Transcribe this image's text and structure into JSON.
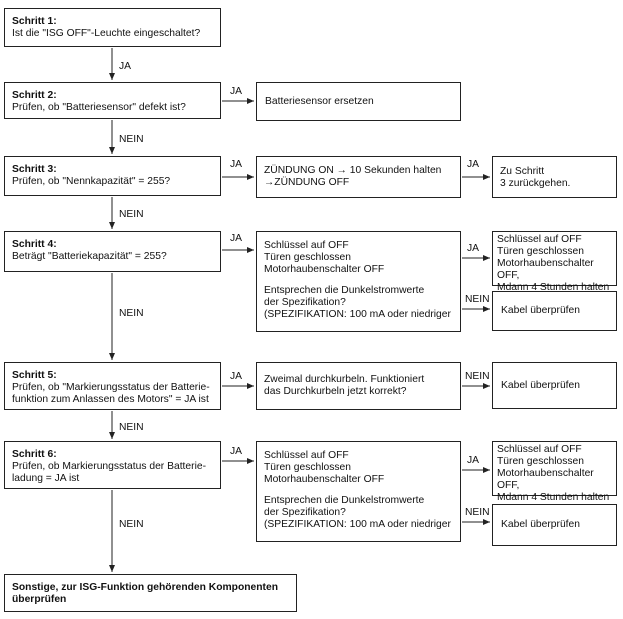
{
  "steps": [
    {
      "title": "Schritt 1:",
      "text": "Ist die \"ISG OFF\"-Leuchte eingeschaltet?"
    },
    {
      "title": "Schritt 2:",
      "text": "Prüfen, ob \"Batteriesensor\" defekt ist?"
    },
    {
      "title": "Schritt 3:",
      "text": "Prüfen, ob \"Nennkapazität\" = 255?"
    },
    {
      "title": "Schritt 4:",
      "text": "Beträgt \"Batteriekapazität\" = 255?"
    },
    {
      "title": "Schritt 5:",
      "text": "Prüfen, ob \"Markierungsstatus der Batterie-\nfunktion zum Anlassen des Motors\" = JA ist"
    },
    {
      "title": "Schritt 6:",
      "text": "Prüfen, ob Markierungsstatus der Batterie-\nladung = JA ist"
    }
  ],
  "actions": {
    "step2": "Batteriesensor ersetzen",
    "step3": "ZÜNDUNG ON → 10 Sekunden halten\n→ZÜNDUNG OFF",
    "step3_result": "Zu Schritt\n3 zurückgehen.",
    "step4_a": "Schlüssel auf OFF\nTüren geschlossen\nMotorhaubenschalter OFF",
    "step4_b": "Entsprechen die Dunkelstromwerte\nder Spezifikation?\n(SPEZIFIKATION: 100 mA oder niedriger",
    "step4_ja": "Schlüssel auf OFF\nTüren geschlossen\nMotorhaubenschalter OFF,\nMdann 4 Stunden halten",
    "step4_nein": "Kabel überprüfen",
    "step5": "Zweimal durchkurbeln. Funktioniert\ndas Durchkurbeln jetzt korrekt?",
    "step5_nein": "Kabel überprüfen",
    "step6_a": "Schlüssel auf OFF\nTüren geschlossen\nMotorhaubenschalter OFF",
    "step6_b": "Entsprechen die Dunkelstromwerte\nder Spezifikation?\n(SPEZIFIKATION: 100 mA oder niedriger",
    "step6_ja": "Schlüssel auf OFF\nTüren geschlossen\nMotorhaubenschalter OFF,\nMdann 4 Stunden halten",
    "step6_nein": "Kabel überprüfen"
  },
  "final": "Sonstige, zur ISG-Funktion gehörenden Komponenten\nüberprüfen",
  "labels": {
    "ja": "JA",
    "nein": "NEIN"
  },
  "line_color": "#222222"
}
